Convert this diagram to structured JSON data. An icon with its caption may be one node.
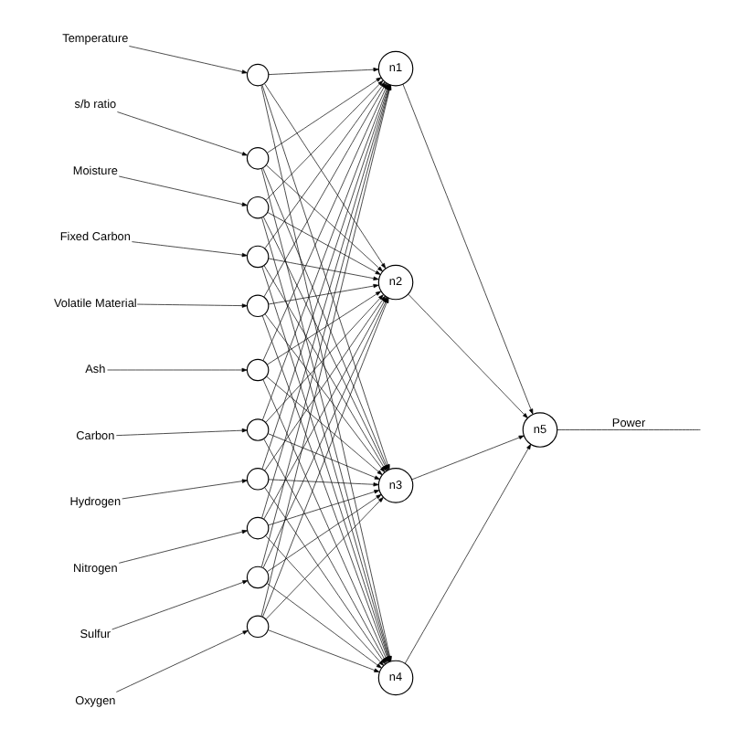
{
  "diagram": {
    "nodes": [
      {
        "text": [
          "Temperature"
        ]
      },
      {
        "text": [
          "s/b ratio"
        ]
      },
      {
        "text": [
          "Moisture"
        ]
      },
      {
        "text": [
          "Fixed Carbon"
        ]
      },
      {
        "text": [
          "Volatile Material"
        ]
      },
      {
        "text": [
          "Ash"
        ]
      },
      {
        "text": [
          "Carbon"
        ]
      },
      {
        "text": [
          "Hydrogen"
        ]
      },
      {
        "text": [
          "Nitrogen"
        ]
      },
      {
        "text": [
          "Sulfur"
        ]
      },
      {
        "text": [
          "Oxygen"
        ]
      },
      {
        "text": [],
        "shape": "circle"
      },
      {
        "text": [],
        "shape": "circle"
      },
      {
        "text": [],
        "shape": "circle"
      },
      {
        "text": [],
        "shape": "circle"
      },
      {
        "text": [],
        "shape": "circle"
      },
      {
        "text": [],
        "shape": "circle"
      },
      {
        "text": [],
        "shape": "circle"
      },
      {
        "text": [],
        "shape": "circle"
      },
      {
        "text": [],
        "shape": "circle"
      },
      {
        "text": [],
        "shape": "circle"
      },
      {
        "text": [],
        "shape": "circle"
      },
      {
        "text": [
          "n1"
        ]
      },
      {
        "text": [
          "n2"
        ]
      },
      {
        "text": [
          "n3"
        ]
      },
      {
        "text": [
          "n4"
        ]
      },
      {
        "text": [
          "n5"
        ]
      }
    ],
    "edges": [
      {
        "from": 0,
        "to": 11,
        "arrow": "to"
      },
      {
        "from": 1,
        "to": 12,
        "arrow": "to"
      },
      {
        "from": 2,
        "to": 13,
        "arrow": "to"
      },
      {
        "from": 3,
        "to": 14,
        "arrow": "to"
      },
      {
        "from": 4,
        "to": 15,
        "arrow": "to"
      },
      {
        "from": 5,
        "to": 16,
        "arrow": "to"
      },
      {
        "from": 6,
        "to": 17,
        "arrow": "to"
      },
      {
        "from": 7,
        "to": 18,
        "arrow": "to"
      },
      {
        "from": 8,
        "to": 19,
        "arrow": "to"
      },
      {
        "from": 9,
        "to": 20,
        "arrow": "to"
      },
      {
        "from": 10,
        "to": 21,
        "arrow": "to"
      },
      {
        "from": 11,
        "to": 22,
        "arrow": "to"
      },
      {
        "from": 11,
        "to": 23,
        "arrow": "to"
      },
      {
        "from": 11,
        "to": 24,
        "arrow": "to"
      },
      {
        "from": 11,
        "to": 25,
        "arrow": "to"
      },
      {
        "from": 12,
        "to": 22,
        "arrow": "to"
      },
      {
        "from": 12,
        "to": 23,
        "arrow": "to"
      },
      {
        "from": 12,
        "to": 24,
        "arrow": "to"
      },
      {
        "from": 12,
        "to": 25,
        "arrow": "to"
      },
      {
        "from": 13,
        "to": 22,
        "arrow": "to"
      },
      {
        "from": 13,
        "to": 23,
        "arrow": "to"
      },
      {
        "from": 13,
        "to": 24,
        "arrow": "to"
      },
      {
        "from": 13,
        "to": 25,
        "arrow": "to"
      },
      {
        "from": 14,
        "to": 22,
        "arrow": "to"
      },
      {
        "from": 14,
        "to": 23,
        "arrow": "to"
      },
      {
        "from": 14,
        "to": 24,
        "arrow": "to"
      },
      {
        "from": 14,
        "to": 25,
        "arrow": "to"
      },
      {
        "from": 15,
        "to": 22,
        "arrow": "to"
      },
      {
        "from": 15,
        "to": 23,
        "arrow": "to"
      },
      {
        "from": 15,
        "to": 24,
        "arrow": "to"
      },
      {
        "from": 15,
        "to": 25,
        "arrow": "to"
      },
      {
        "from": 16,
        "to": 22,
        "arrow": "to"
      },
      {
        "from": 16,
        "to": 23,
        "arrow": "to"
      },
      {
        "from": 16,
        "to": 24,
        "arrow": "to"
      },
      {
        "from": 16,
        "to": 25,
        "arrow": "to"
      },
      {
        "from": 17,
        "to": 22,
        "arrow": "to"
      },
      {
        "from": 17,
        "to": 23,
        "arrow": "to"
      },
      {
        "from": 17,
        "to": 24,
        "arrow": "to"
      },
      {
        "from": 17,
        "to": 25,
        "arrow": "to"
      },
      {
        "from": 18,
        "to": 22,
        "arrow": "to"
      },
      {
        "from": 18,
        "to": 23,
        "arrow": "to"
      },
      {
        "from": 18,
        "to": 24,
        "arrow": "to"
      },
      {
        "from": 18,
        "to": 25,
        "arrow": "to"
      },
      {
        "from": 19,
        "to": 22,
        "arrow": "to"
      },
      {
        "from": 19,
        "to": 23,
        "arrow": "to"
      },
      {
        "from": 19,
        "to": 24,
        "arrow": "to"
      },
      {
        "from": 19,
        "to": 25,
        "arrow": "to"
      },
      {
        "from": 20,
        "to": 22,
        "arrow": "to"
      },
      {
        "from": 20,
        "to": 23,
        "arrow": "to"
      },
      {
        "from": 20,
        "to": 24,
        "arrow": "to"
      },
      {
        "from": 20,
        "to": 25,
        "arrow": "to"
      },
      {
        "from": 21,
        "to": 22,
        "arrow": "to"
      },
      {
        "from": 21,
        "to": 23,
        "arrow": "to"
      },
      {
        "from": 21,
        "to": 24,
        "arrow": "to"
      },
      {
        "from": 21,
        "to": 25,
        "arrow": "to"
      },
      {
        "from": 22,
        "to": 26,
        "arrow": "to"
      },
      {
        "from": 23,
        "to": 26,
        "arrow": "to"
      },
      {
        "from": 24,
        "to": 26,
        "arrow": "to"
      },
      {
        "from": 25,
        "to": 26,
        "arrow": "to"
      },
      {
        "from": 26,
        "to": null,
        "arrow": "none",
        "label": "Power"
      }
    ]
  }
}
